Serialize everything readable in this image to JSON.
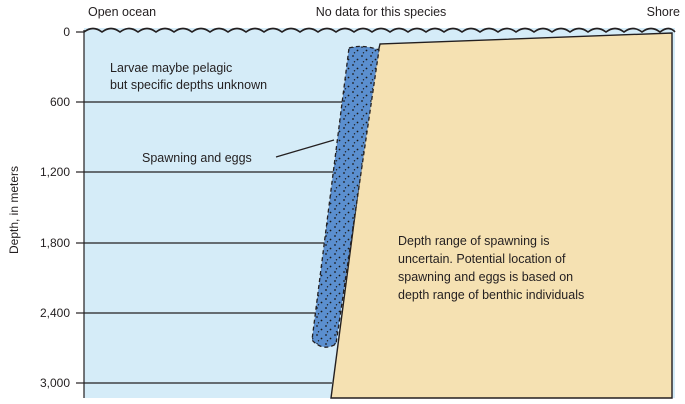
{
  "header": {
    "left": "Open ocean",
    "center": "No data for this species",
    "right": "Shore"
  },
  "axis": {
    "ylabel": "Depth, in meters",
    "ticks": [
      "0",
      "600",
      "1,200",
      "1,800",
      "2,400",
      "3,000"
    ]
  },
  "annotations": {
    "larvae_line1": "Larvae maybe pelagic",
    "larvae_line2": "but specific depths unknown",
    "spawning": "Spawning and eggs",
    "note_line1": "Depth range of spawning is",
    "note_line2": "uncertain. Potential location of",
    "note_line3": "spawning and eggs is based on",
    "note_line4": "depth range of benthic individuals"
  },
  "colors": {
    "ocean": "#d5ecf8",
    "seafloor": "#f5e1b2",
    "spawning_zone": "#5b8fcf",
    "line": "#231f20"
  }
}
